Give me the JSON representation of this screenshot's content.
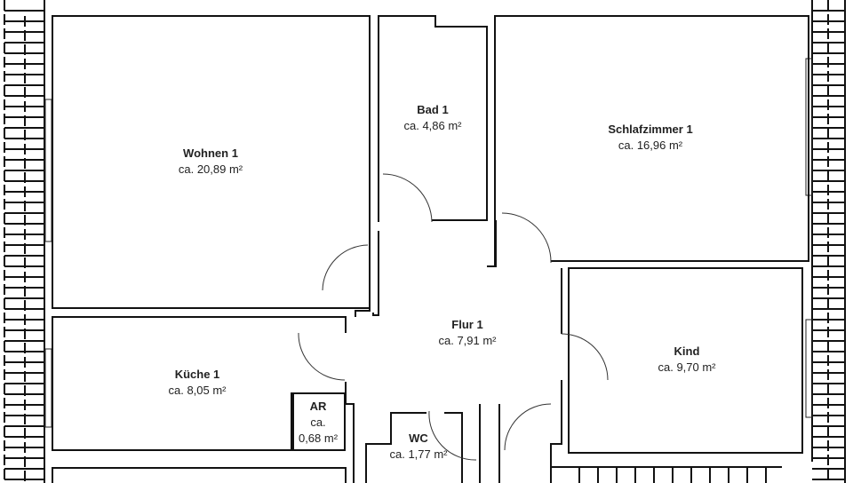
{
  "rooms": [
    {
      "name": "Wohnen 1",
      "area": "ca. 20,89 m²"
    },
    {
      "name": "Bad 1",
      "area": "ca. 4,86 m²"
    },
    {
      "name": "Schlafzimmer 1",
      "area": "ca. 16,96 m²"
    },
    {
      "name": "Flur 1",
      "area": "ca. 7,91 m²"
    },
    {
      "name": "Kind",
      "area": "ca. 9,70 m²"
    },
    {
      "name": "Küche 1",
      "area": "ca. 8,05 m²"
    },
    {
      "name": "AR",
      "area_prefix": "ca.",
      "area": "0,68 m²"
    },
    {
      "name": "WC",
      "area": "ca. 1,77 m²"
    }
  ]
}
